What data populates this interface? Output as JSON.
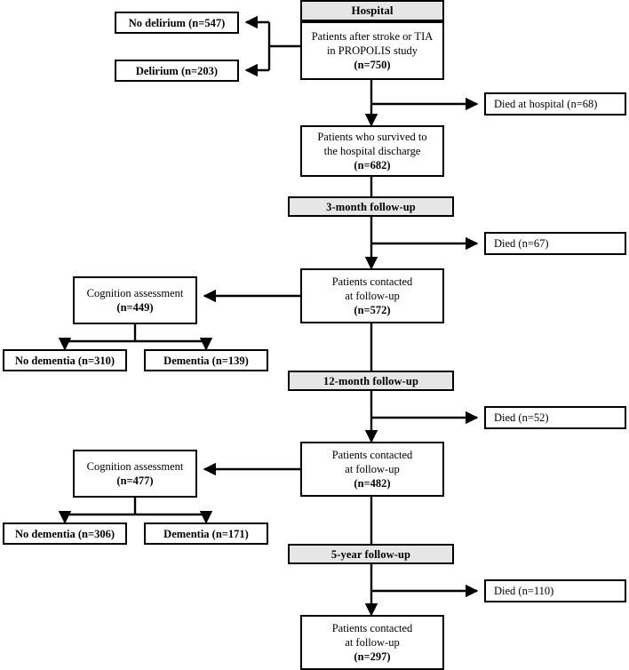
{
  "diagram": {
    "title": "PROPOLIS study participant flow diagram",
    "colors": {
      "banner_fill": "#e6e6e6",
      "box_fill": "#ffffff",
      "stroke": "#000000"
    },
    "nodes": {
      "hospital_header": {
        "label": "Hospital"
      },
      "hospital_box": {
        "line1": "Patients after stroke or TIA",
        "line2": "in PROPOLIS study",
        "line3": "(n=750)"
      },
      "no_delirium": {
        "label": "No delirium (n=547)"
      },
      "delirium": {
        "label": "Delirium (n=203)"
      },
      "died_hospital": {
        "label": "Died at hospital (n=68)"
      },
      "survived_discharge": {
        "line1": "Patients who survived to",
        "line2": "the hospital discharge",
        "line3": "(n=682)"
      },
      "followup_3month": {
        "label": "3-month follow-up"
      },
      "died_3month": {
        "label": "Died (n=67)"
      },
      "contacted_3month": {
        "line1": "Patients contacted",
        "line2": "at follow-up",
        "line3": "(n=572)"
      },
      "cognition_3month": {
        "line1": "Cognition assessment",
        "line2": "(n=449)"
      },
      "no_dementia_3month": {
        "label": "No dementia (n=310)"
      },
      "dementia_3month": {
        "label": "Dementia (n=139)"
      },
      "followup_12month": {
        "label": "12-month follow-up"
      },
      "died_12month": {
        "label": "Died (n=52)"
      },
      "contacted_12month": {
        "line1": "Patients contacted",
        "line2": "at follow-up",
        "line3": "(n=482)"
      },
      "cognition_12month": {
        "line1": "Cognition assessment",
        "line2": "(n=477)"
      },
      "no_dementia_12month": {
        "label": "No dementia (n=306)"
      },
      "dementia_12month": {
        "label": "Dementia (n=171)"
      },
      "followup_5year": {
        "label": "5-year follow-up"
      },
      "died_5year": {
        "label": "Died (n=110)"
      },
      "contacted_5year": {
        "line1": "Patients contacted",
        "line2": "at follow-up",
        "line3": "(n=297)"
      }
    },
    "chart_data": {
      "type": "flowchart",
      "stages": [
        {
          "stage": "Hospital",
          "label": "Patients after stroke or TIA in PROPOLIS study",
          "n": 750
        },
        {
          "stage": "Hospital",
          "label": "No delirium",
          "n": 547
        },
        {
          "stage": "Hospital",
          "label": "Delirium",
          "n": 203
        },
        {
          "stage": "Hospital",
          "label": "Died at hospital",
          "n": 68
        },
        {
          "stage": "Hospital",
          "label": "Patients who survived to the hospital discharge",
          "n": 682
        },
        {
          "stage": "3-month follow-up",
          "label": "Died",
          "n": 67
        },
        {
          "stage": "3-month follow-up",
          "label": "Patients contacted at follow-up",
          "n": 572
        },
        {
          "stage": "3-month follow-up",
          "label": "Cognition assessment",
          "n": 449
        },
        {
          "stage": "3-month follow-up",
          "label": "No dementia",
          "n": 310
        },
        {
          "stage": "3-month follow-up",
          "label": "Dementia",
          "n": 139
        },
        {
          "stage": "12-month follow-up",
          "label": "Died",
          "n": 52
        },
        {
          "stage": "12-month follow-up",
          "label": "Patients contacted at follow-up",
          "n": 482
        },
        {
          "stage": "12-month follow-up",
          "label": "Cognition assessment",
          "n": 477
        },
        {
          "stage": "12-month follow-up",
          "label": "No dementia",
          "n": 306
        },
        {
          "stage": "12-month follow-up",
          "label": "Dementia",
          "n": 171
        },
        {
          "stage": "5-year follow-up",
          "label": "Died",
          "n": 110
        },
        {
          "stage": "5-year follow-up",
          "label": "Patients contacted at follow-up",
          "n": 297
        }
      ]
    }
  }
}
